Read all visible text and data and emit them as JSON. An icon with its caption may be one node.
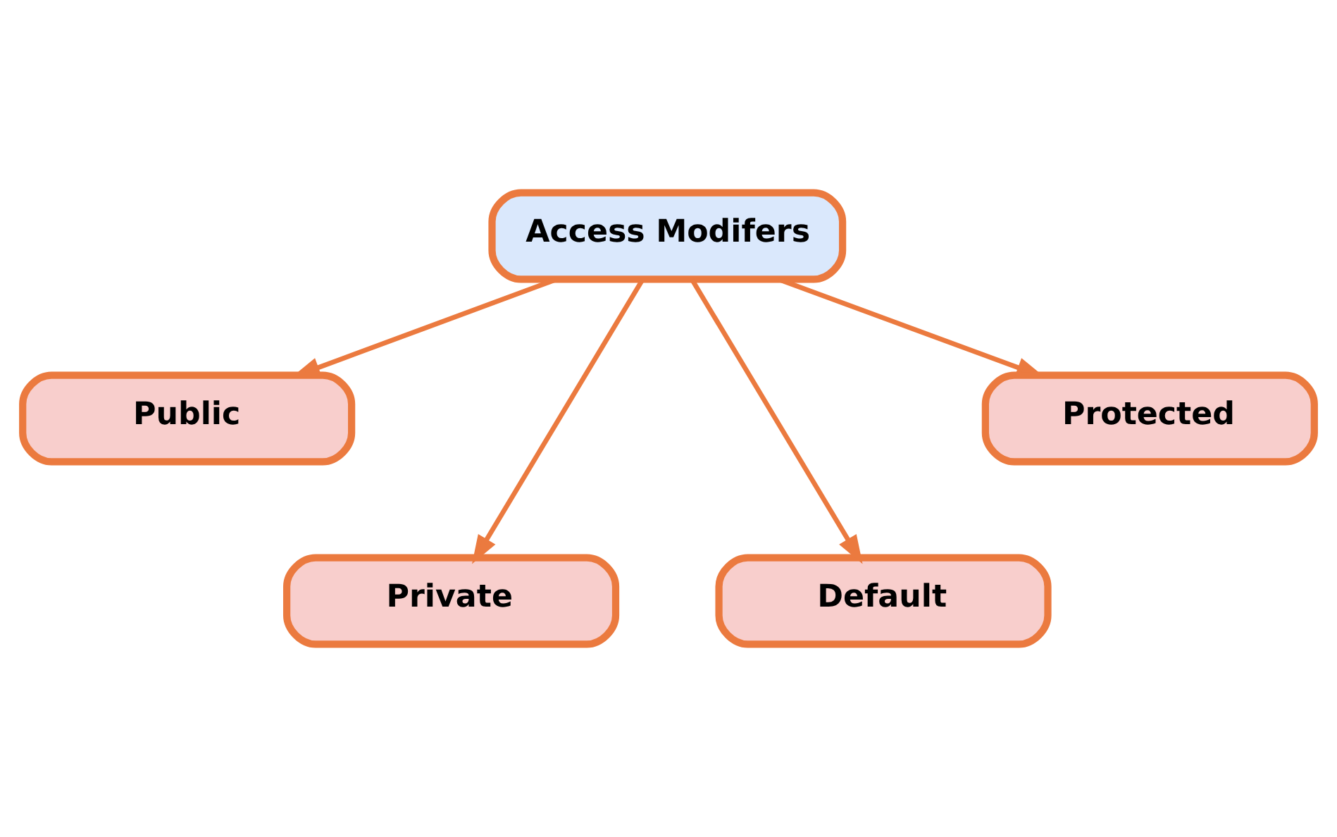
{
  "diagram": {
    "nodes": [
      {
        "text": [
          "Access Modifers"
        ]
      },
      {
        "text": [
          "Public"
        ]
      },
      {
        "text": [
          "Private"
        ]
      },
      {
        "text": [
          "Default"
        ]
      },
      {
        "text": [
          "Protected"
        ]
      }
    ],
    "edges": [
      {
        "from": 0,
        "to": 1,
        "arrow": "to"
      },
      {
        "from": 0,
        "to": 2,
        "arrow": "to"
      },
      {
        "from": 0,
        "to": 3,
        "arrow": "to"
      },
      {
        "from": 0,
        "to": 4,
        "arrow": "to"
      }
    ]
  }
}
